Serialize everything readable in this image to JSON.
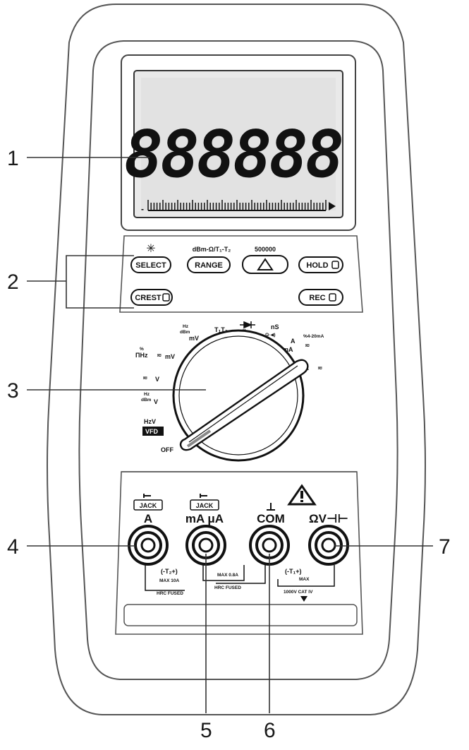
{
  "callouts": [
    "1",
    "2",
    "3",
    "4",
    "5",
    "6",
    "7"
  ],
  "display": {
    "digits": "888888"
  },
  "buttons": {
    "select": "SELECT",
    "range": "RANGE",
    "hold": "HOLD",
    "crest": "CREST",
    "rec": "REC"
  },
  "button_captions": {
    "backlight": "✳",
    "range_above": "dBm-Ω/T₁-T₂",
    "delta_above": "500000"
  },
  "dial": {
    "labels": {
      "off": "OFF",
      "mv_ac": "mV",
      "t1t2": "T₁T₂",
      "cap": "⊣⊢",
      "ns": "nS",
      "diode": "Ω·◀)",
      "a": "A",
      "ma": "mA",
      "pct420": "%4-20mA",
      "ua": "μA",
      "dc_mv": "mV",
      "v_ac": "V",
      "v_dc": "V",
      "hz_v": "HzV",
      "pct": "%",
      "hz": "Hz",
      "dbm": "dBm",
      "vfd": "VFD"
    }
  },
  "jacks": {
    "a": {
      "label": "A",
      "jack_tag": "JACK"
    },
    "ma_ua": {
      "label": "mA μA",
      "jack_tag": "JACK"
    },
    "com": {
      "label": "COM"
    },
    "ohm_v": {
      "label": "ΩV⊣⊢"
    }
  },
  "jack_notes": {
    "t2": "(-T₂+)",
    "t1": "(-T₁+)",
    "max10a": "MAX 10A",
    "hrc_fused_a": "HRC FUSED",
    "max08a": "MAX 0.8A",
    "hrc_fused_ma": "HRC FUSED",
    "max": "MAX",
    "cat": "1000V CAT IV"
  }
}
